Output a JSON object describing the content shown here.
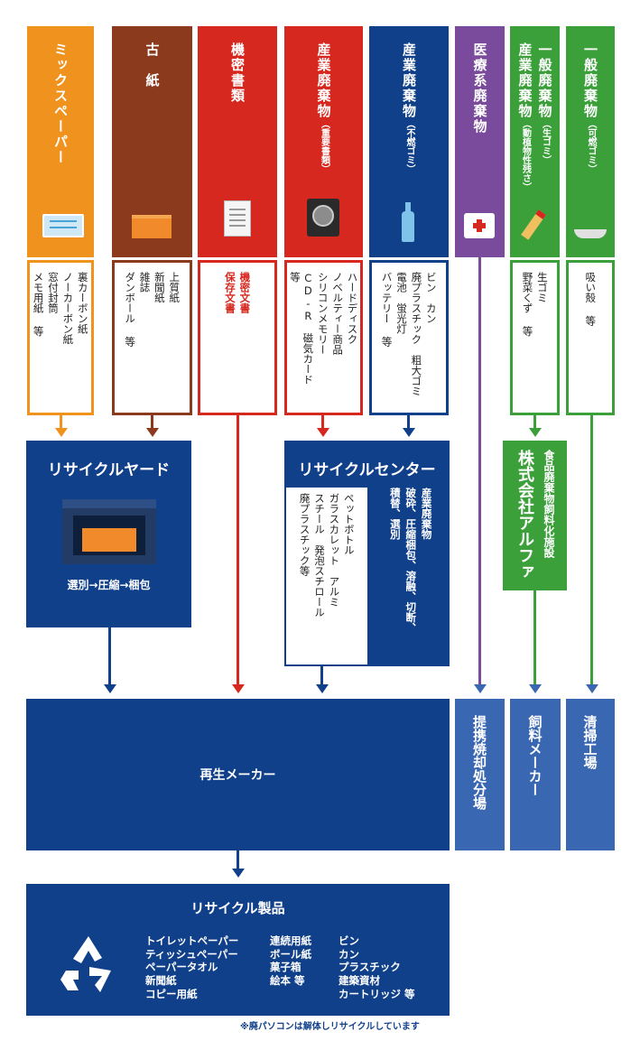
{
  "colors": {
    "orange": "#f0921e",
    "brown": "#8b3a1e",
    "red": "#d7281f",
    "blue": "#11408b",
    "purple": "#7a4b9c",
    "green": "#3ba03a",
    "light_blue": "#3a67b2"
  },
  "categories": [
    {
      "id": "mix",
      "title": "ミックスペーパー",
      "icon": "memo-paper-icon",
      "items": [
        "裏カーボン紙",
        "ノーカーボン紙",
        "窓付封筒",
        "メモ用紙 等"
      ]
    },
    {
      "id": "kami",
      "title": "古　紙",
      "icon": "cardboard-box-icon",
      "items": [
        "上質紙",
        "新聞紙",
        "雑誌",
        "ダンボール 等"
      ]
    },
    {
      "id": "kimitsu",
      "title": "機密書類",
      "icon": "document-icon",
      "items": [
        "機密文書",
        "保存文書"
      ]
    },
    {
      "id": "sangyo_j",
      "title": "産業廃棄物",
      "sub": "（重要書類）",
      "icon": "hard-disk-icon",
      "items": [
        "ハードディスク",
        "ノベルティー商品",
        "シリコンメモリー",
        "CD-R　磁気カード 等"
      ]
    },
    {
      "id": "sangyo_f",
      "title": "産業廃棄物",
      "sub": "（不燃ゴミ）",
      "icon": "bottle-icon",
      "items": [
        "ビン　カン",
        "廃プラスチック　粗大ゴミ",
        "電池　蛍光灯",
        "バッテリー 等"
      ]
    },
    {
      "id": "iryo",
      "title": "医療系廃棄物",
      "icon": "medical-kit-icon"
    },
    {
      "id": "ippan_n",
      "title": "一般廃棄物",
      "title2": "産業廃棄物",
      "sub": "（生ゴミ）",
      "sub2": "（動植物性残さ）",
      "icon": "vegetable-icon",
      "items": [
        "生ゴミ",
        "野菜くず 等"
      ]
    },
    {
      "id": "ippan_k",
      "title": "一般廃棄物",
      "sub": "（可燃ゴミ）",
      "icon": "ashtray-icon",
      "items": [
        "吸い殻 等"
      ]
    }
  ],
  "yard": {
    "title": "リサイクルヤード",
    "process": "選別→圧縮→梱包"
  },
  "center": {
    "title": "リサイクルセンター",
    "process": [
      "産業廃棄物",
      "破砕、圧縮梱包、溶融、切断、",
      "積替、選別"
    ],
    "items": [
      "ペットボトル",
      "ガラスカレット　アルミ",
      "スチール　発泡スチロール",
      "廃プラスチック等"
    ]
  },
  "alpha": {
    "title": "株式会社アルファ",
    "facility": "食品廃棄物飼料化施設"
  },
  "maker": {
    "title": "再生メーカー"
  },
  "incinerator": {
    "title": "提携焼却処分場"
  },
  "feed_maker": {
    "title": "飼料メーカー"
  },
  "cleaning": {
    "title": "清掃工場"
  },
  "products": {
    "title": "リサイクル製品",
    "col1": [
      "トイレットペーパー",
      "ティッシュペーパー",
      "ペーパータオル",
      "新聞紙",
      "コピー用紙"
    ],
    "col2": [
      "連続用紙",
      "ボール紙",
      "菓子箱",
      "絵本 等"
    ],
    "col3": [
      "ビン",
      "カン",
      "プラスチック",
      "建築資材",
      "カートリッジ 等"
    ]
  },
  "footnote": "※廃パソコンは解体しリサイクルしています"
}
